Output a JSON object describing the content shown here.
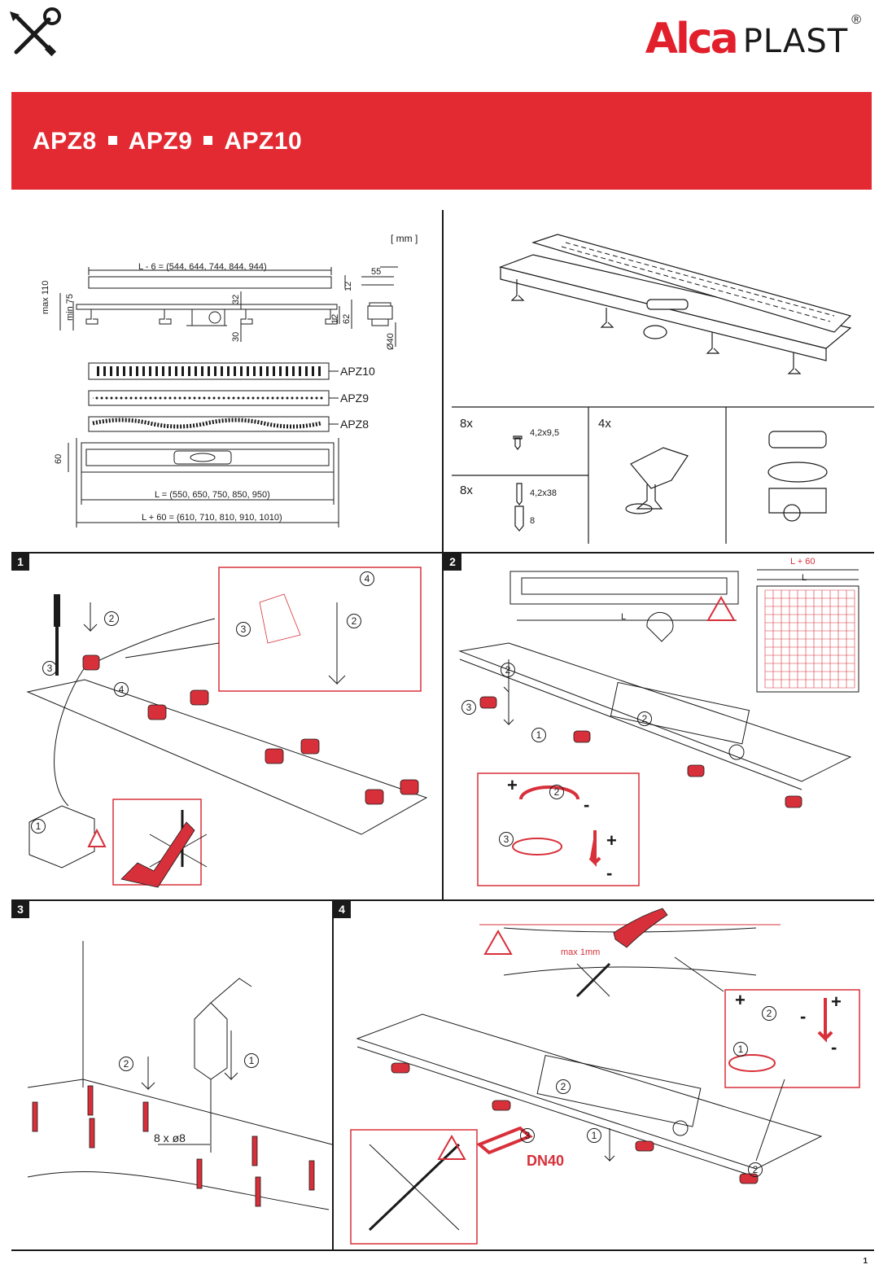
{
  "brand": {
    "alca": "Alca",
    "plast": "PLAST",
    "reg": "®"
  },
  "header": {
    "models": [
      "APZ8",
      "APZ9",
      "APZ10"
    ]
  },
  "dimensions": {
    "unit": "[ mm ]",
    "l_minus_6": "L - 6 = (544, 644, 744, 844, 944)",
    "l": "L = (550, 650, 750, 850, 950)",
    "l_plus_60": "L + 60 = (610, 710, 810, 910, 1010)",
    "max110": "max 110",
    "min75": "min 75",
    "d32": "32",
    "d30": "30",
    "d12a": "12",
    "d12b": "12",
    "d62": "62",
    "d55": "55",
    "d40": "Ø40",
    "d60": "60"
  },
  "grates": [
    "APZ10",
    "APZ9",
    "APZ8"
  ],
  "parts": {
    "qty1": "8x",
    "screw_small": "4,2x9,5",
    "qty2": "8x",
    "screw_large": "4,2x38",
    "plug": "8",
    "qty3": "4x"
  },
  "steps": [
    "1",
    "2",
    "3",
    "4"
  ],
  "step2": {
    "l_plus_60": "L + 60",
    "l": "L"
  },
  "step3": {
    "drill": "8 x ø8"
  },
  "step4": {
    "max1mm": "max 1mm",
    "dn40": "DN40"
  },
  "markers": {
    "one": "1",
    "two": "2",
    "three": "3",
    "four": "4",
    "plus": "+",
    "minus": "-"
  },
  "page": "1",
  "colors": {
    "brand_red": "#e32a32",
    "line": "#1a1a1a",
    "highlight": "#d8303a"
  }
}
